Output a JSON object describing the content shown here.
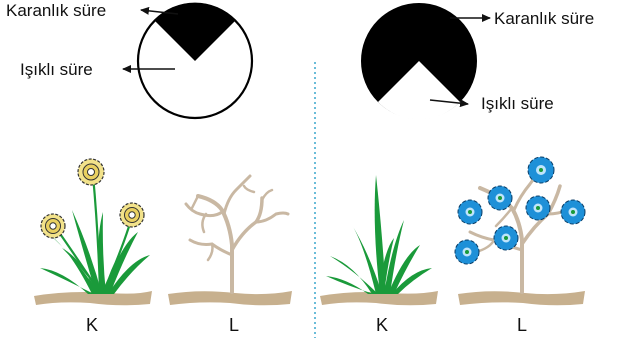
{
  "left_panel": {
    "dark_label": "Karanlık süre",
    "light_label": "Işıklı süre",
    "plant_k_label": "K",
    "plant_l_label": "L"
  },
  "right_panel": {
    "dark_label": "Karanlık süre",
    "light_label": "Işıklı süre",
    "plant_k_label": "K",
    "plant_l_label": "L"
  },
  "colors": {
    "dark": "#000000",
    "light": "#ffffff",
    "stem_green": "#1a9a3a",
    "branch": "#c9b8a3",
    "ground": "#c7b08e",
    "flower_yellow": "#f2e28a",
    "flower_blue": "#1e90d8",
    "divider": "#2aa0c8"
  },
  "icons": [
    "photoperiod-clock-icon",
    "flowering-grass-icon",
    "bare-shrub-icon",
    "grass-icon",
    "blue-flowering-shrub-icon"
  ]
}
